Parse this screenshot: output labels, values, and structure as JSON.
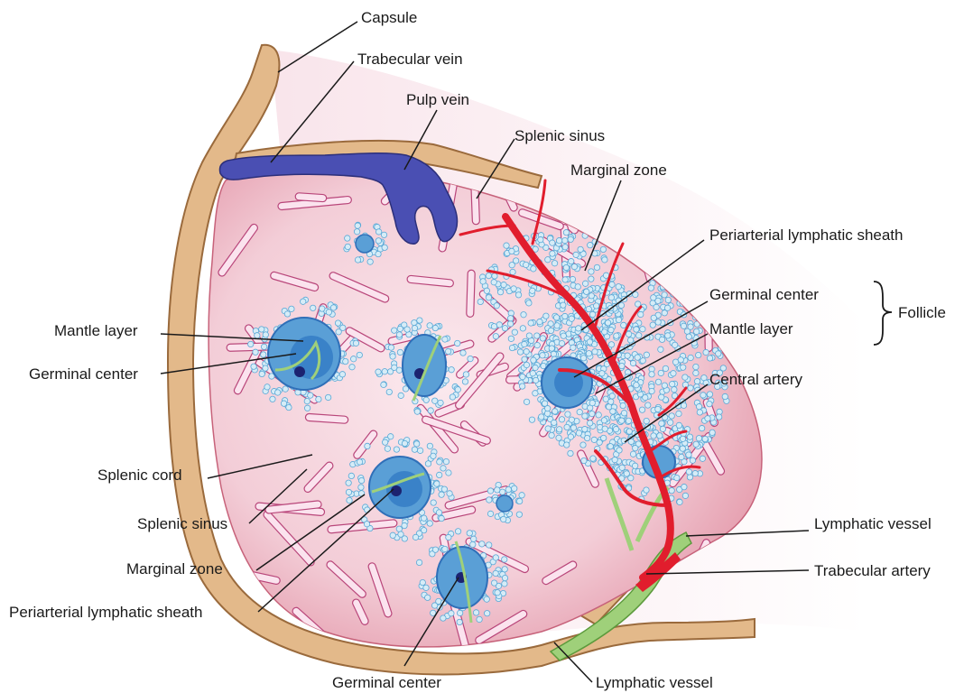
{
  "labels": {
    "capsule": "Capsule",
    "trabecular_vein": "Trabecular vein",
    "pulp_vein": "Pulp vein",
    "splenic_sinus_top": "Splenic sinus",
    "marginal_zone_right": "Marginal zone",
    "pals_right": "Periarterial lymphatic sheath",
    "germinal_center_right": "Germinal center",
    "follicle": "Follicle",
    "mantle_layer_right": "Mantle layer",
    "central_artery": "Central artery",
    "lymphatic_vessel_right": "Lymphatic vessel",
    "trabecular_artery": "Trabecular artery",
    "lymphatic_vessel_bottom": "Lymphatic vessel",
    "germinal_center_bottom": "Germinal center",
    "mantle_layer_left": "Mantle layer",
    "germinal_center_left": "Germinal center",
    "splenic_cord": "Splenic cord",
    "splenic_sinus_left": "Splenic sinus",
    "marginal_zone_left": "Marginal zone",
    "pals_left": "Periarterial lymphatic sheath"
  },
  "colors": {
    "capsule": "#e3b98a",
    "capsule_outline": "#9a6a3c",
    "red_pulp": "#f0c4cf",
    "red_pulp_dark": "#e49aab",
    "sinus_fill": "#fbe3ee",
    "sinus_stroke": "#b9467a",
    "white_pulp_bead": "#d6ecf7",
    "white_pulp_bead_stroke": "#5aa8d6",
    "mantle": "#5a9fd6",
    "germinal": "#2f6fb8",
    "nucleus": "#1c2370",
    "artery": "#e11d2d",
    "vein": "#4a4fb3",
    "lymph": "#9fd07a",
    "lymph_stroke": "#5c9a3c"
  }
}
